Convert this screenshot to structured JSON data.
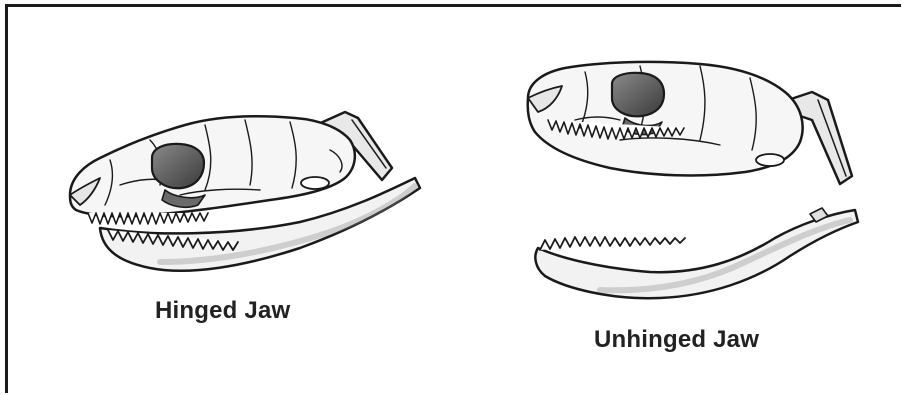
{
  "diagram": {
    "panels": [
      {
        "id": "hinged",
        "caption": "Hinged Jaw",
        "illustration": "snake-skull-jaw-attached"
      },
      {
        "id": "unhinged",
        "caption": "Unhinged Jaw",
        "illustration": "snake-skull-jaw-detached"
      }
    ],
    "colors": {
      "line": "#1a1a1a",
      "bone_fill": "#f4f4f4",
      "bone_shade": "#c8c8c8",
      "orbit_fill": "#5a5a5a"
    }
  }
}
